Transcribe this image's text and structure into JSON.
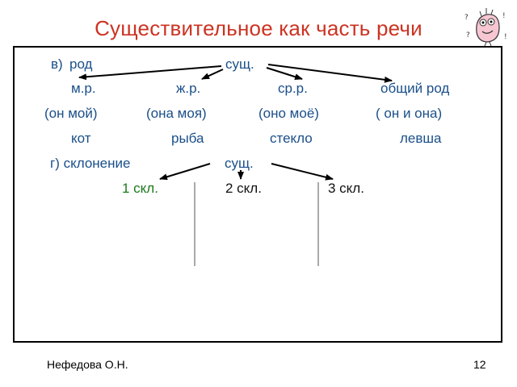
{
  "title": "Существительное как часть речи",
  "gender": {
    "label_prefix": "в)",
    "label": "род",
    "root": "сущ.",
    "columns": [
      {
        "abbr": "м.р.",
        "pronoun": "(он мой)",
        "example": "кот"
      },
      {
        "abbr": "ж.р.",
        "pronoun": "(она моя)",
        "example": "рыба"
      },
      {
        "abbr": "ср.р.",
        "pronoun": "(оно моё)",
        "example": "стекло"
      },
      {
        "abbr": "общий род",
        "pronoun": "( он  и она)",
        "example": "левша"
      }
    ]
  },
  "declension": {
    "label": "г) склонение",
    "root": "сущ.",
    "types": [
      "1 скл.",
      "2 скл.",
      "3 скл."
    ]
  },
  "footer": {
    "author": "Нефедова О.Н.",
    "page": "12"
  },
  "colors": {
    "title": "#cc3322",
    "text_blue": "#1a4f8a",
    "text_green": "#1a7a1a"
  },
  "icons": {
    "decoration": "cartoon-character-icon"
  }
}
